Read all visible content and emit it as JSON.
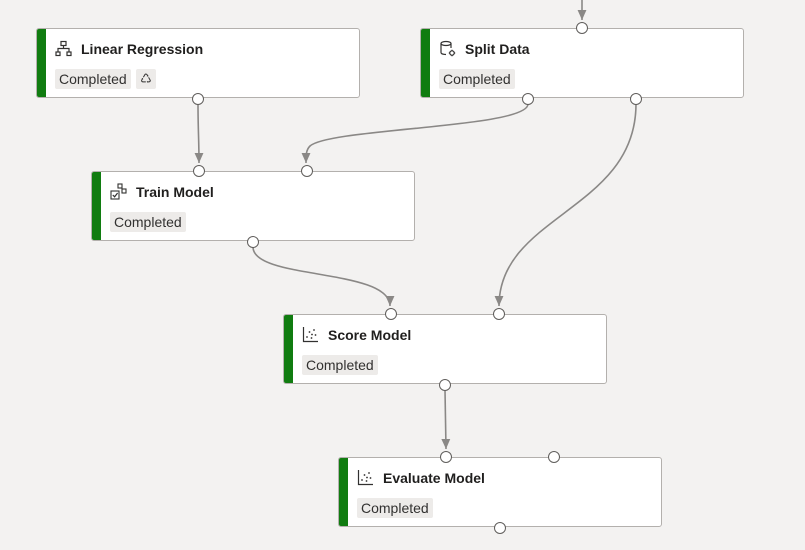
{
  "canvas": {
    "nodes": [
      {
        "id": "linear-regression",
        "title": "Linear Regression",
        "status": "Completed",
        "icon": "model-tree-icon",
        "reused": true
      },
      {
        "id": "split-data",
        "title": "Split Data",
        "status": "Completed",
        "icon": "database-gear-icon"
      },
      {
        "id": "train-model",
        "title": "Train Model",
        "status": "Completed",
        "icon": "train-model-icon"
      },
      {
        "id": "score-model",
        "title": "Score Model",
        "status": "Completed",
        "icon": "scatter-plot-icon"
      },
      {
        "id": "evaluate-model",
        "title": "Evaluate Model",
        "status": "Completed",
        "icon": "scatter-plot-icon"
      }
    ],
    "reuse_icon": "recycle-icon",
    "status_color": "#107c10",
    "edge_color": "#8a8886"
  }
}
